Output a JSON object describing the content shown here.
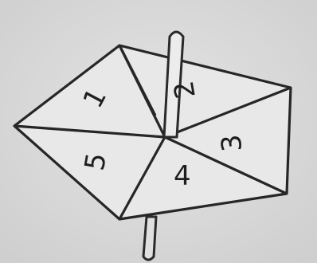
{
  "spinner": {
    "sections": [
      {
        "label": "1"
      },
      {
        "label": "2"
      },
      {
        "label": "3"
      },
      {
        "label": "4"
      },
      {
        "label": "5"
      }
    ]
  },
  "colors": {
    "paper": "#dcdcdc",
    "ink": "#1e1e1e"
  }
}
